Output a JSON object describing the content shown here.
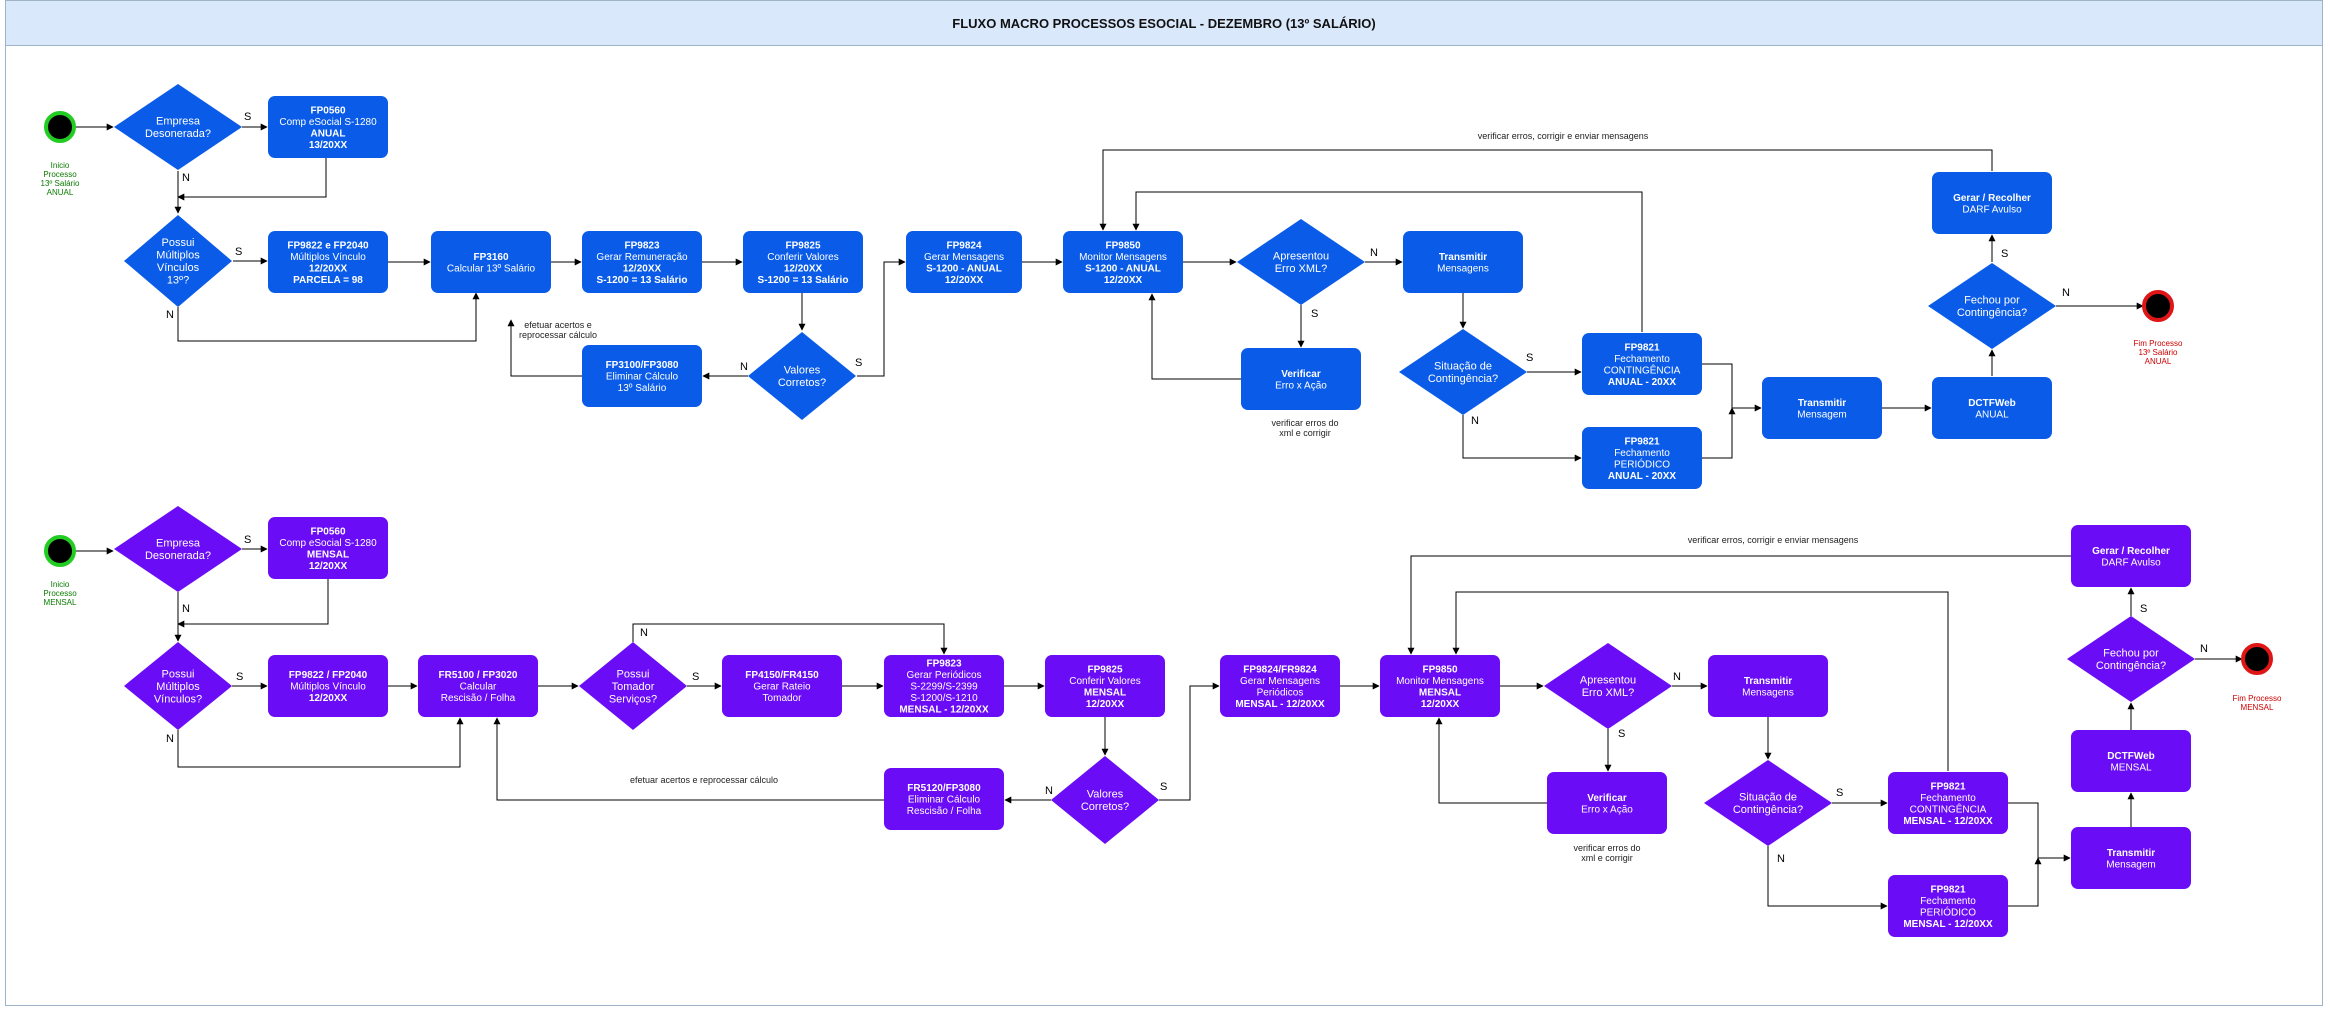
{
  "title": "FLUXO MACRO PROCESSOS ESOCIAL - DEZEMBRO (13º SALÁRIO)",
  "colors": {
    "anual": "#0a5ce8",
    "mensal": "#6a0cf5",
    "start": "#22cc22",
    "end": "#e01515",
    "caption_start": "#0a7a00",
    "caption_end": "#cc0000"
  },
  "nodes": {
    "a_start_caption": [
      "Inicio",
      "Processo",
      "13º Salário",
      "ANUAL"
    ],
    "a_dec_desonerada": [
      "Empresa",
      "Desonerada?"
    ],
    "a_fp0560": [
      "FP0560",
      "Comp eSocial S-1280",
      "ANUAL",
      "13/20XX"
    ],
    "a_dec_multiplos": [
      "Possui",
      "Múltiplos",
      "Vínculos",
      "13º?"
    ],
    "a_fp9822": [
      "FP9822 e FP2040",
      "Múltiplos Vínculo",
      "12/20XX",
      "PARCELA = 98"
    ],
    "a_fp3160": [
      "FP3160",
      "Calcular 13º Salário"
    ],
    "a_fp9823": [
      "FP9823",
      "Gerar Remuneração",
      "12/20XX",
      "S-1200 = 13 Salário"
    ],
    "a_fp9825": [
      "FP9825",
      "Conferir Valores",
      "12/20XX",
      "S-1200 = 13 Salário"
    ],
    "a_fp9824": [
      "FP9824",
      "Gerar Mensagens",
      "S-1200 - ANUAL",
      "12/20XX"
    ],
    "a_fp9850": [
      "FP9850",
      "Monitor Mensagens",
      "S-1200 - ANUAL",
      "12/20XX"
    ],
    "a_dec_erro": [
      "Apresentou",
      "Erro XML?"
    ],
    "a_transmitir": [
      "Transmitir",
      "Mensagens"
    ],
    "a_dec_valores": [
      "Valores",
      "Corretos?"
    ],
    "a_fp3100": [
      "FP3100/FP3080",
      "Eliminar Cálculo",
      "13º Salário"
    ],
    "a_verificar": [
      "Verificar",
      "Erro x Ação"
    ],
    "a_dec_contingencia": [
      "Situação de",
      "Contingência?"
    ],
    "a_fp9821c": [
      "FP9821",
      "Fechamento",
      "CONTINGÊNCIA",
      "ANUAL - 20XX"
    ],
    "a_fp9821p": [
      "FP9821",
      "Fechamento",
      "PERIÓDICO",
      "ANUAL - 20XX"
    ],
    "a_transmitir2": [
      "Transmitir",
      "Mensagem"
    ],
    "a_dctfweb": [
      "DCTFWeb",
      "ANUAL"
    ],
    "a_dec_fechou": [
      "Fechou por",
      "Contingência?"
    ],
    "a_darf": [
      "Gerar / Recolher",
      "DARF Avulso"
    ],
    "a_end_caption": [
      "Fim Processo",
      "13º Salário",
      "ANUAL"
    ],
    "m_start_caption": [
      "Inicio",
      "Processo",
      "MENSAL"
    ],
    "m_dec_desonerada": [
      "Empresa",
      "Desonerada?"
    ],
    "m_fp0560": [
      "FP0560",
      "Comp eSocial S-1280",
      "MENSAL",
      "12/20XX"
    ],
    "m_dec_multiplos": [
      "Possui",
      "Múltiplos",
      "Vínculos?"
    ],
    "m_fp9822": [
      "FP9822 / FP2040",
      "Múltiplos Vínculo",
      "12/20XX"
    ],
    "m_fr5100": [
      "FR5100 / FP3020",
      "Calcular",
      "Rescisão / Folha"
    ],
    "m_dec_tomador": [
      "Possui",
      "Tomador",
      "Serviços?"
    ],
    "m_fp4150": [
      "FP4150/FR4150",
      "Gerar Rateio",
      "Tomador"
    ],
    "m_fp9823": [
      "FP9823",
      "Gerar Periódicos",
      "S-2299/S-2399",
      "S-1200/S-1210",
      "MENSAL - 12/20XX"
    ],
    "m_fp9825": [
      "FP9825",
      "Conferir Valores",
      "MENSAL",
      "12/20XX"
    ],
    "m_fp9824": [
      "FP9824/FR9824",
      "Gerar Mensagens",
      "Periódicos",
      "MENSAL - 12/20XX"
    ],
    "m_fp9850": [
      "FP9850",
      "Monitor Mensagens",
      "MENSAL",
      "12/20XX"
    ],
    "m_dec_erro": [
      "Apresentou",
      "Erro XML?"
    ],
    "m_transmitir": [
      "Transmitir",
      "Mensagens"
    ],
    "m_fr5120": [
      "FR5120/FP3080",
      "Eliminar Cálculo",
      "Rescisão / Folha"
    ],
    "m_dec_valores": [
      "Valores",
      "Corretos?"
    ],
    "m_verificar": [
      "Verificar",
      "Erro x Ação"
    ],
    "m_dec_contingencia": [
      "Situação de",
      "Contingência?"
    ],
    "m_fp9821c": [
      "FP9821",
      "Fechamento",
      "CONTINGÊNCIA",
      "MENSAL - 12/20XX"
    ],
    "m_fp9821p": [
      "FP9821",
      "Fechamento",
      "PERIÓDICO",
      "MENSAL - 12/20XX"
    ],
    "m_transmitir2": [
      "Transmitir",
      "Mensagem"
    ],
    "m_dctfweb": [
      "DCTFWeb",
      "MENSAL"
    ],
    "m_dec_fechou": [
      "Fechou por",
      "Contingência?"
    ],
    "m_darf": [
      "Gerar / Recolher",
      "DARF Avulso"
    ],
    "m_end_caption": [
      "Fim Processo",
      "MENSAL"
    ]
  },
  "notes": {
    "a_verificar_enviar": "verificar erros, corrigir e enviar mensagens",
    "a_efetuar": [
      "efetuar acertos e",
      "reprocessar cálculo"
    ],
    "a_verificar_xml": [
      "verificar erros do",
      "xml e corrigir"
    ],
    "m_verificar_enviar": "verificar erros, corrigir e enviar mensagens",
    "m_efetuar": "efetuar acertos e reprocessar cálculo",
    "m_verificar_xml": [
      "verificar erros do",
      "xml e corrigir"
    ]
  },
  "edge_labels": {
    "yes": "S",
    "no": "N"
  }
}
